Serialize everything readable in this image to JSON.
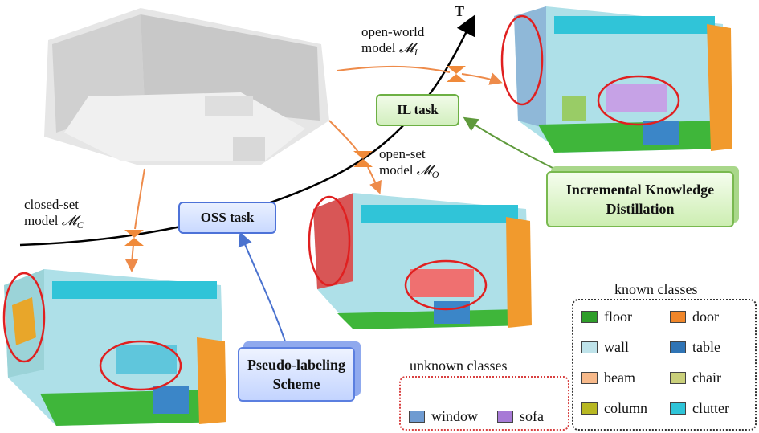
{
  "axis": {
    "label": "T"
  },
  "models": {
    "open_world": {
      "line1": "open-world",
      "line2": "model ",
      "symbol": "𝓜",
      "sub": "I"
    },
    "open_set": {
      "line1": "open-set",
      "line2": "model ",
      "symbol": "𝓜",
      "sub": "O"
    },
    "closed_set": {
      "line1": "closed-set",
      "line2": "model ",
      "symbol": "𝓜",
      "sub": "C"
    }
  },
  "tasks": {
    "il": "IL task",
    "oss": "OSS task"
  },
  "modules": {
    "ikd_line1": "Incremental Knowledge",
    "ikd_line2": "Distillation",
    "pls_line1": "Pseudo-labeling",
    "pls_line2": "Scheme"
  },
  "legend": {
    "known_title": "known classes",
    "known": [
      {
        "name": "floor",
        "color": "#2f9e2a"
      },
      {
        "name": "door",
        "color": "#f0862a"
      },
      {
        "name": "wall",
        "color": "#bfe3ea"
      },
      {
        "name": "table",
        "color": "#2f74b5"
      },
      {
        "name": "beam",
        "color": "#f7b98a"
      },
      {
        "name": "chair",
        "color": "#c9cf7a"
      },
      {
        "name": "column",
        "color": "#b8b822"
      },
      {
        "name": "clutter",
        "color": "#2ec4d8"
      }
    ],
    "unknown_title": "unknown classes",
    "unknown": [
      {
        "name": "window",
        "color": "#6f9bd1"
      },
      {
        "name": "sofa",
        "color": "#a77ad6"
      }
    ]
  },
  "colors": {
    "arrow_orange": "#ee8b4a",
    "arrow_green": "#5f9a3c",
    "arrow_blue": "#4a72cf",
    "highlight_red": "#e02020"
  }
}
